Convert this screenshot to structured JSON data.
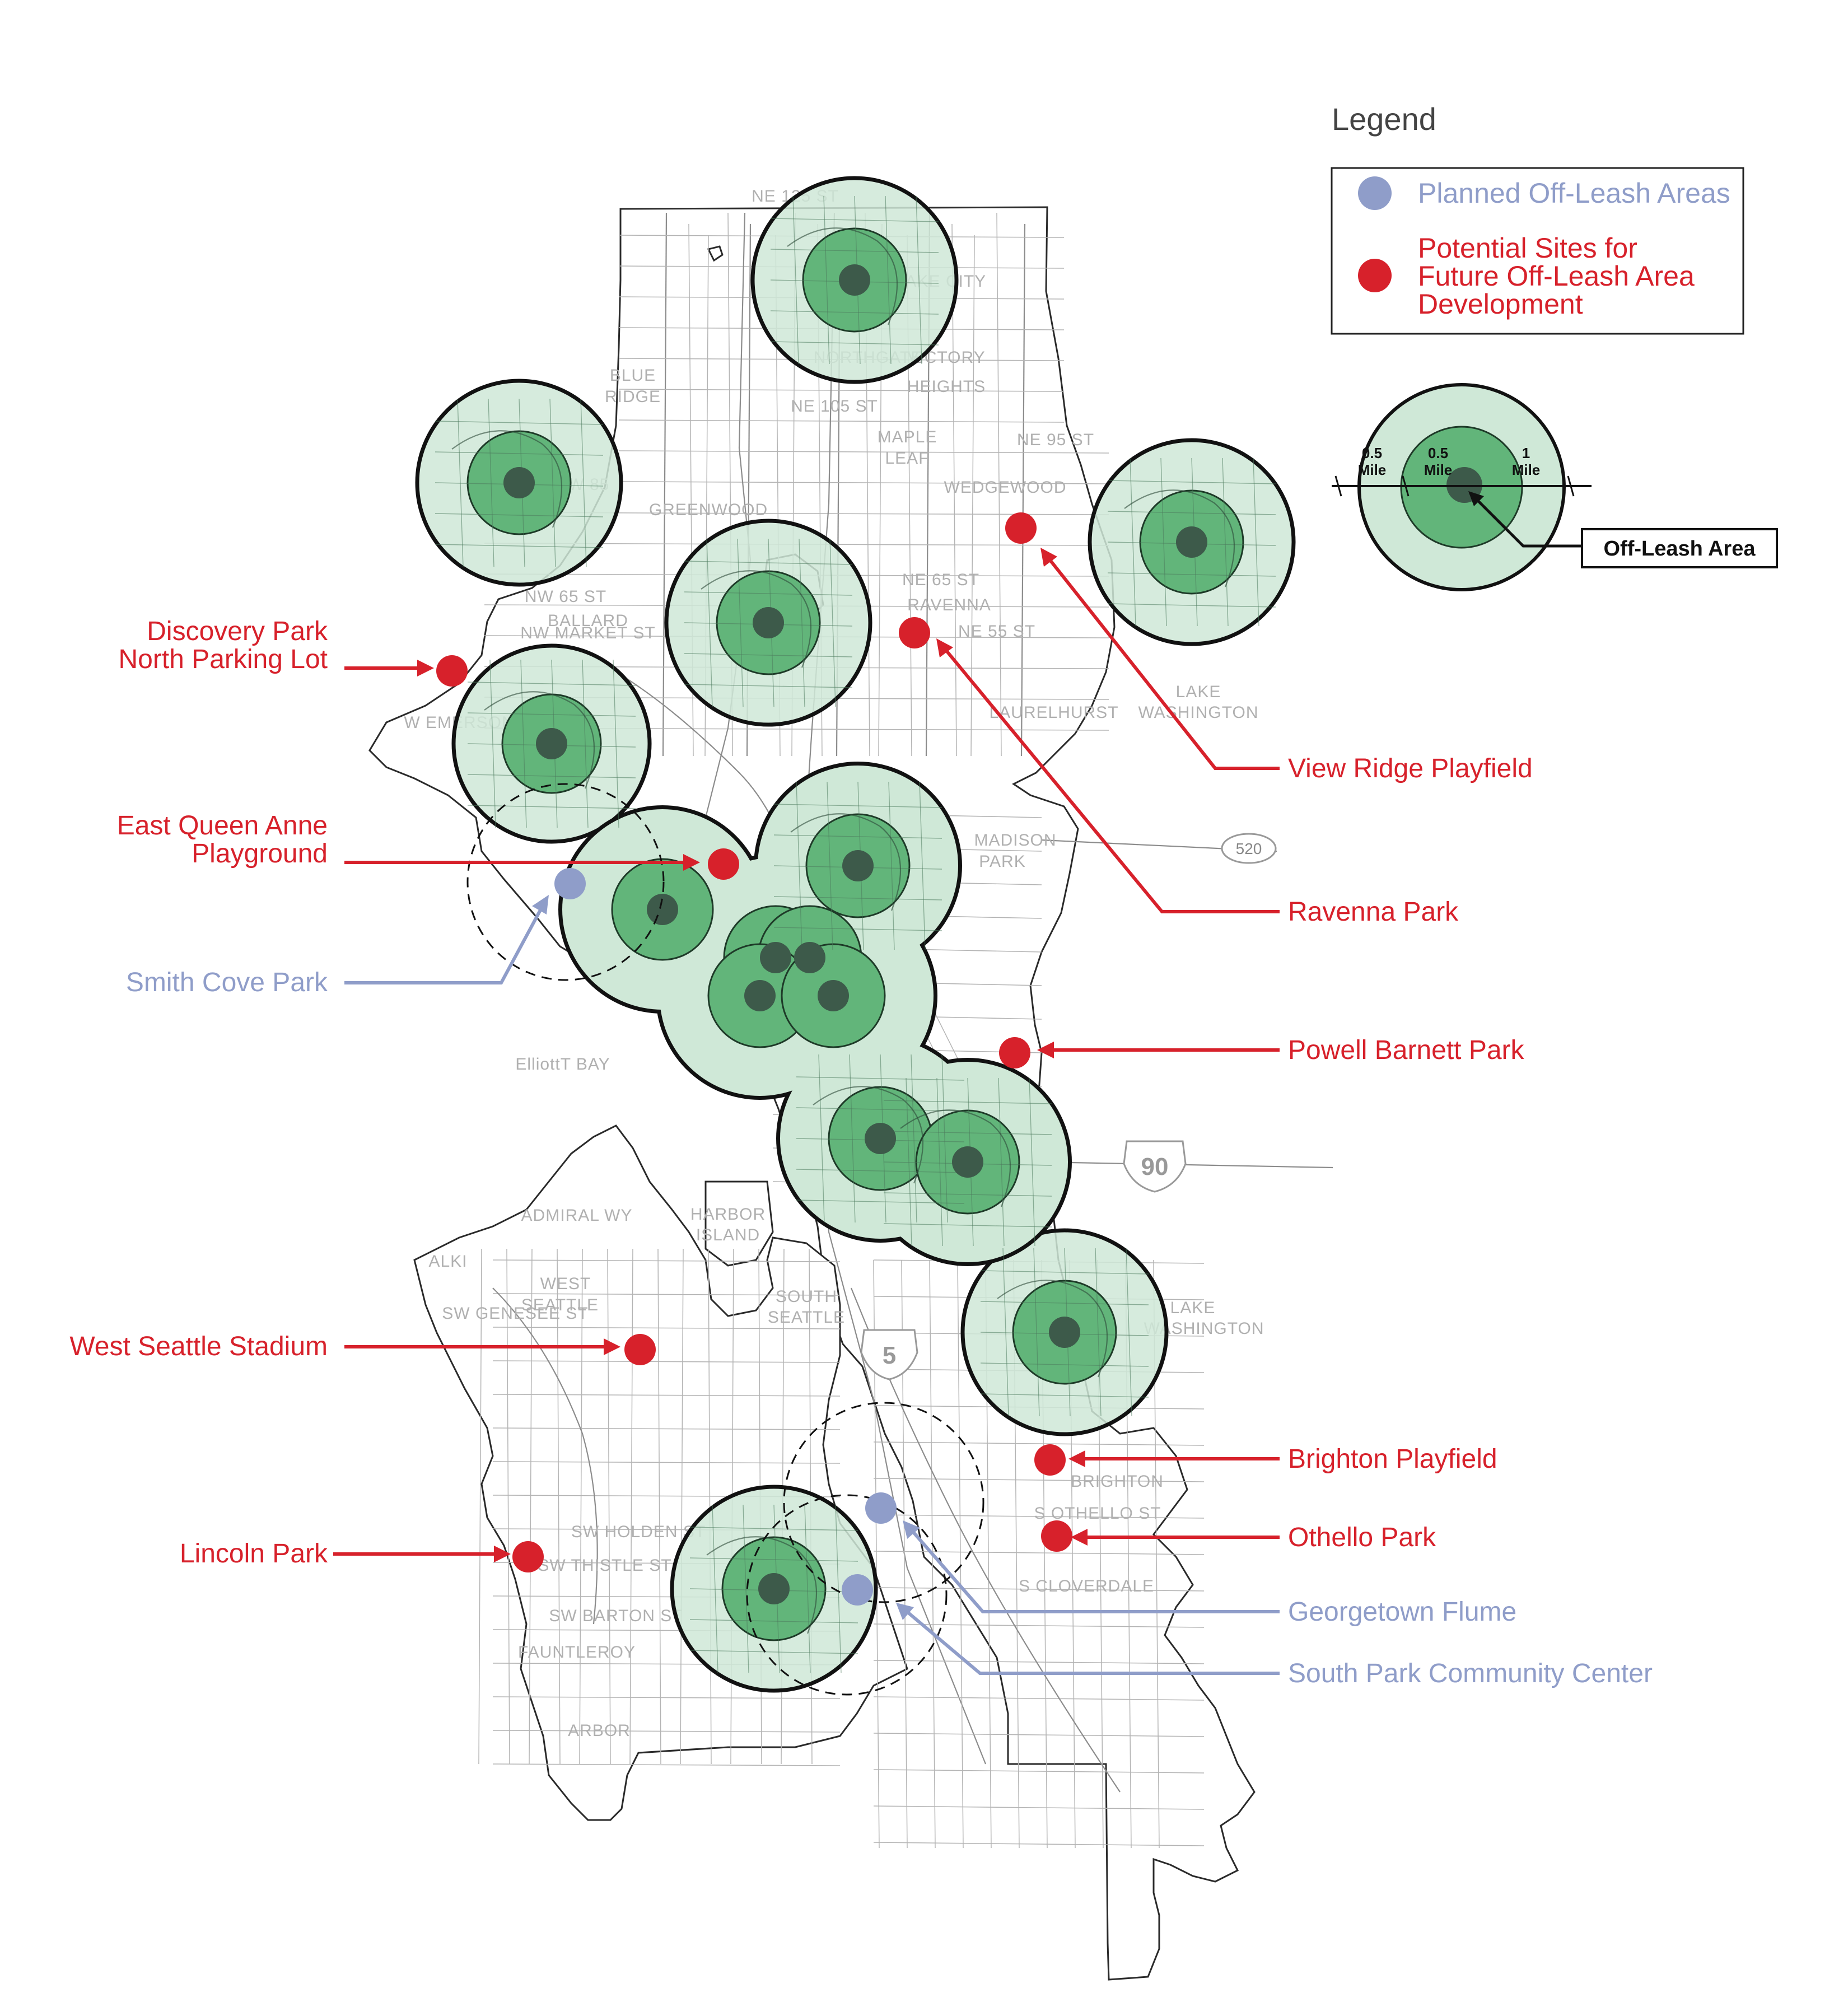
{
  "legend": {
    "title": "Legend",
    "planned_label": "Planned Off-Leash Areas",
    "potential_label_lines": [
      "Potential Sites for",
      "Future Off-Leash Area",
      "Development"
    ],
    "scale_labels": [
      "0.5",
      "Mile",
      "0.5",
      "Mile",
      "1",
      "Mile"
    ],
    "off_leash_area_label": "Off-Leash Area"
  },
  "colors": {
    "planned": "#8f9dc9",
    "potential": "#d7212b",
    "buffer_outer": "#cfe8d7",
    "buffer_inner": "#62b57a",
    "center": "#3d5a4a",
    "callout_red": "#d7212b",
    "callout_blue": "#8f9dc9"
  },
  "neighborhoods": [
    "BLUE",
    "RIDGE",
    "GREENWOOD",
    "LAKE CITY",
    "NORTHGATE",
    "VICTORY",
    "HEIGHTS",
    "MAPLE",
    "LEAF",
    "WEDGEWOOD",
    "RAVENNA",
    "BALLARD",
    "LAURELHURST",
    "LAKE",
    "WASHINGTON",
    "MADISON",
    "PARK",
    "ElliottT BAY",
    "WEST",
    "SEATTLE",
    "ALKI",
    "HARBOR",
    "ISLAND",
    "SOUTH",
    "SEATTLE",
    "FAUNTLEROY",
    "ARBOR",
    "BRIGHTON",
    "LAKE",
    "WASHINGTON"
  ],
  "street_labels": [
    "NE 125 ST",
    "NE 105 ST",
    "NE 95 ST",
    "NW 85",
    "NW 65 ST",
    "NE 65 ST",
    "NW MARKET ST",
    "NE 55 ST",
    "W EMERSON",
    "ADMIRAL WY",
    "SW GENESEE ST",
    "SW HOLDEN ST",
    "SW THISTLE ST",
    "SW BARTON ST",
    "S OTHELLO ST",
    "S CLOVERDALE"
  ],
  "highway_shields": [
    "520",
    "90",
    "5"
  ],
  "callouts": [
    {
      "lines": [
        "Discovery Park",
        "North Parking Lot"
      ],
      "kind": "potential"
    },
    {
      "lines": [
        "East Queen Anne",
        "Playground"
      ],
      "kind": "potential"
    },
    {
      "lines": [
        "Smith Cove Park"
      ],
      "kind": "planned"
    },
    {
      "lines": [
        "West Seattle Stadium"
      ],
      "kind": "potential"
    },
    {
      "lines": [
        "Lincoln Park"
      ],
      "kind": "potential"
    },
    {
      "lines": [
        "View Ridge Playfield"
      ],
      "kind": "potential"
    },
    {
      "lines": [
        "Ravenna Park"
      ],
      "kind": "potential"
    },
    {
      "lines": [
        "Powell Barnett Park"
      ],
      "kind": "potential"
    },
    {
      "lines": [
        "Brighton Playfield"
      ],
      "kind": "potential"
    },
    {
      "lines": [
        "Othello Park"
      ],
      "kind": "potential"
    },
    {
      "lines": [
        "Georgetown Flume"
      ],
      "kind": "planned"
    },
    {
      "lines": [
        "South Park Community Center"
      ],
      "kind": "planned"
    }
  ]
}
